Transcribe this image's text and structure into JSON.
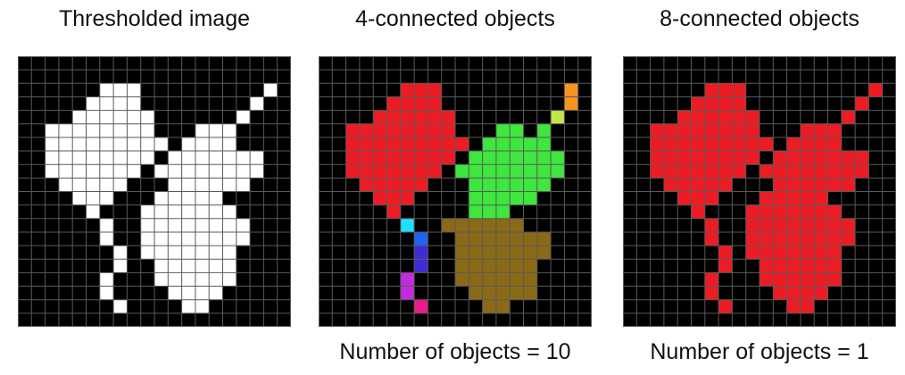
{
  "panels": [
    {
      "id": "thresholded",
      "title": "Thresholded image",
      "count_label": ""
    },
    {
      "id": "four",
      "title": "4-connected objects",
      "count_label": "Number of objects = 10"
    },
    {
      "id": "eight",
      "title": "8-connected objects",
      "count_label": "Number of objects = 1"
    }
  ],
  "grid": {
    "rows": 20,
    "cols": 20,
    "background_color": "#000000",
    "line_color": "#5a5a5a"
  },
  "mask": [
    "....................",
    "....................",
    "......###.........#.",
    ".....####........#..",
    "....######......#...",
    "..########...###....",
    "..#########.####....",
    "..########.#######..",
    "..#######.########..",
    "...#####...######...",
    "....###...#####.....",
    ".....#...#######....",
    "......#..########...",
    "......#..########...",
    ".......#.#######....",
    ".......#..######....",
    "......#...######....",
    "......#....####.....",
    ".......#....##......",
    "...................."
  ],
  "four_connected": {
    "labels": [
      "....................",
      "....................",
      "......AAA.........B.",
      ".....AAAA.........B.",
      "....AAAAAA.......C..",
      "..AAAAAAAA...DD.D...",
      "..AAAAAAAAA.DDDDD...",
      "..AAAAAAAA.DDDDDDD..",
      "..AAAAAAA.DDDDDDDD..",
      "...AAAAA...DDDDDD...",
      "....AAA....DDDDD....",
      ".....A.....DDD......",
      "......E..HHHHHH.....",
      ".......F..HHHHHHH...",
      ".......G..HHHHHHH...",
      ".......G..HHHHHH....",
      "......I...HHHHHH....",
      "......I....HHHHH....",
      ".......J....HH......",
      "...................."
    ],
    "colors": {
      "A": "#ed1c24",
      "B": "#f7941d",
      "C": "#c4e64a",
      "D": "#3ee63e",
      "E": "#1de0ff",
      "F": "#1e64f0",
      "G": "#3f2bd8",
      "H": "#8a6a17",
      "I": "#c42ae0",
      "J": "#ec1a8c"
    }
  },
  "eight_connected": {
    "color": "#ed1c24"
  },
  "thresholded": {
    "color": "#ffffff"
  }
}
